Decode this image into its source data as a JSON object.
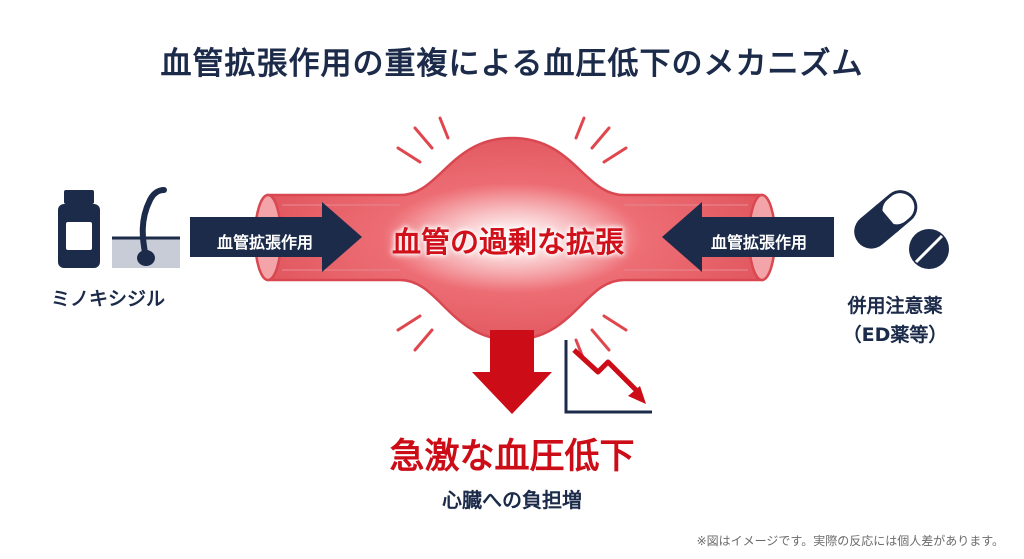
{
  "title": "血管拡張作用の重複による血圧低下のメカニズム",
  "left": {
    "label": "ミノキシジル",
    "arrow_label": "血管拡張作用",
    "icons": [
      "medicine-bottle-icon",
      "hair-follicle-icon"
    ]
  },
  "right": {
    "label_line1": "併用注意薬",
    "label_line2": "（ED薬等）",
    "arrow_label": "血管拡張作用",
    "icons": [
      "pill-capsule-icon",
      "tablet-icon"
    ]
  },
  "center": {
    "text": "血管の過剰な拡張"
  },
  "result": {
    "title": "急激な血圧低下",
    "subtitle": "心臓への負担増"
  },
  "footnote": "※図はイメージです。実際の反応には個人差があります。",
  "colors": {
    "navy": "#1c2b4a",
    "red": "#cc0c16",
    "vessel_fill": "#f08a8f",
    "vessel_stroke": "#d94850"
  }
}
